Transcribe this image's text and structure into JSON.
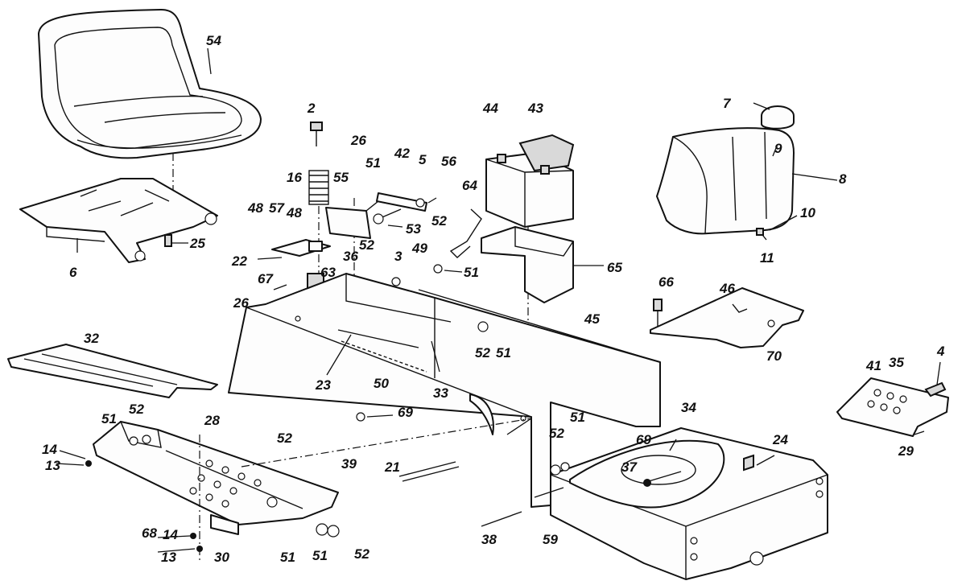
{
  "callouts": [
    {
      "id": "c54",
      "text": "54"
    },
    {
      "id": "c6",
      "text": "6"
    },
    {
      "id": "c25",
      "text": "25"
    },
    {
      "id": "c2",
      "text": "2"
    },
    {
      "id": "c26a",
      "text": "26"
    },
    {
      "id": "c42",
      "text": "42"
    },
    {
      "id": "c5",
      "text": "5"
    },
    {
      "id": "c56",
      "text": "56"
    },
    {
      "id": "c44",
      "text": "44"
    },
    {
      "id": "c43",
      "text": "43"
    },
    {
      "id": "c7",
      "text": "7"
    },
    {
      "id": "c9",
      "text": "9"
    },
    {
      "id": "c8",
      "text": "8"
    },
    {
      "id": "c10",
      "text": "10"
    },
    {
      "id": "c11",
      "text": "11"
    },
    {
      "id": "c16",
      "text": "16"
    },
    {
      "id": "c55",
      "text": "55"
    },
    {
      "id": "c51a",
      "text": "51"
    },
    {
      "id": "c53",
      "text": "53"
    },
    {
      "id": "c64",
      "text": "64"
    },
    {
      "id": "c48a",
      "text": "48"
    },
    {
      "id": "c57",
      "text": "57"
    },
    {
      "id": "c48b",
      "text": "48"
    },
    {
      "id": "c52a",
      "text": "52"
    },
    {
      "id": "c36",
      "text": "36"
    },
    {
      "id": "c3",
      "text": "3"
    },
    {
      "id": "c49",
      "text": "49"
    },
    {
      "id": "c52b",
      "text": "52"
    },
    {
      "id": "c22",
      "text": "22"
    },
    {
      "id": "c63",
      "text": "63"
    },
    {
      "id": "c51b",
      "text": "51"
    },
    {
      "id": "c65",
      "text": "65"
    },
    {
      "id": "c66",
      "text": "66"
    },
    {
      "id": "c46",
      "text": "46"
    },
    {
      "id": "c67",
      "text": "67"
    },
    {
      "id": "c26b",
      "text": "26"
    },
    {
      "id": "c45",
      "text": "45"
    },
    {
      "id": "c52c",
      "text": "52"
    },
    {
      "id": "c51c",
      "text": "51"
    },
    {
      "id": "c70",
      "text": "70"
    },
    {
      "id": "c32",
      "text": "32"
    },
    {
      "id": "c23",
      "text": "23"
    },
    {
      "id": "c50",
      "text": "50"
    },
    {
      "id": "c33",
      "text": "33"
    },
    {
      "id": "c4",
      "text": "4"
    },
    {
      "id": "c41",
      "text": "41"
    },
    {
      "id": "c35",
      "text": "35"
    },
    {
      "id": "c29",
      "text": "29"
    },
    {
      "id": "c34",
      "text": "34"
    },
    {
      "id": "c24",
      "text": "24"
    },
    {
      "id": "c28",
      "text": "28"
    },
    {
      "id": "c69a",
      "text": "69"
    },
    {
      "id": "c51d",
      "text": "51"
    },
    {
      "id": "c52d",
      "text": "52"
    },
    {
      "id": "c52e",
      "text": "52"
    },
    {
      "id": "c51e",
      "text": "51"
    },
    {
      "id": "c69b",
      "text": "69"
    },
    {
      "id": "c14a",
      "text": "14"
    },
    {
      "id": "c13a",
      "text": "13"
    },
    {
      "id": "c39",
      "text": "39"
    },
    {
      "id": "c21",
      "text": "21"
    },
    {
      "id": "c37",
      "text": "37"
    },
    {
      "id": "c52f",
      "text": "52"
    },
    {
      "id": "c68",
      "text": "68"
    },
    {
      "id": "c14b",
      "text": "14"
    },
    {
      "id": "c13b",
      "text": "13"
    },
    {
      "id": "c30",
      "text": "30"
    },
    {
      "id": "c51f",
      "text": "51"
    },
    {
      "id": "c51g",
      "text": "51"
    },
    {
      "id": "c52g",
      "text": "52"
    },
    {
      "id": "c38",
      "text": "38"
    },
    {
      "id": "c59",
      "text": "59"
    }
  ]
}
